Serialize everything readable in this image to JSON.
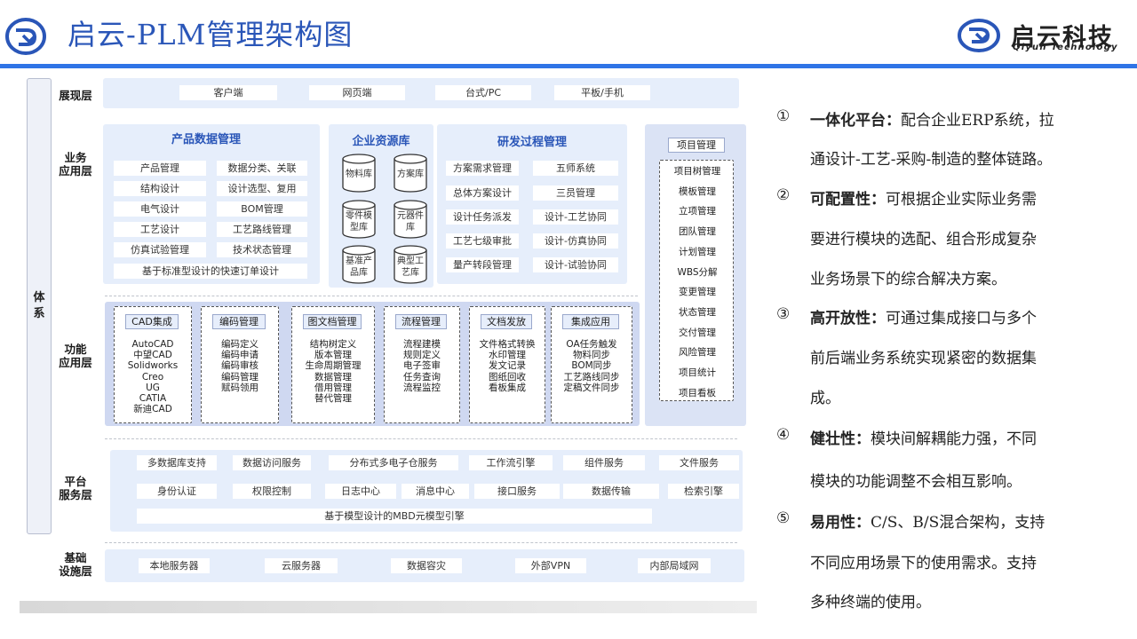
{
  "header": {
    "title": "启云-PLM管理架构图",
    "brand_name": "启云科技",
    "brand_sub": "Qiyun Technology",
    "accent_color": "#2f74e6"
  },
  "diagram": {
    "vertical_label": "体\n系",
    "layers": {
      "display": "展现层",
      "business": "业务\n应用层",
      "function": "功能\n应用层",
      "platform": "平台\n服务层",
      "infra": "基础\n设施层"
    },
    "display_items": [
      "客户端",
      "网页端",
      "台式/PC",
      "平板/手机"
    ],
    "pdm": {
      "title": "产品数据管理",
      "items": [
        "产品管理",
        "数据分类、关联",
        "结构设计",
        "设计选型、复用",
        "电气设计",
        "BOM管理",
        "工艺设计",
        "工艺路线管理",
        "仿真试验管理",
        "技术状态管理"
      ],
      "wide_item": "基于标准型设计的快速订单设计"
    },
    "erp": {
      "title": "企业资源库",
      "items": [
        "物料库",
        "方案库",
        "零件模\n型库",
        "元器件\n库",
        "基准产\n品库",
        "典型工\n艺库"
      ]
    },
    "rd": {
      "title": "研发过程管理",
      "items": [
        "方案需求管理",
        "五师系统",
        "总体方案设计",
        "三员管理",
        "设计任务派发",
        "设计-工艺协同",
        "工艺七级审批",
        "设计-仿真协同",
        "量产转段管理",
        "设计-试验协同"
      ]
    },
    "modules": [
      {
        "title": "CAD集成",
        "items": "AutoCAD\n中望CAD\nSolidworks\nCreo\nUG\nCATIA\n新迪CAD"
      },
      {
        "title": "编码管理",
        "items": "编码定义\n编码申请\n编码审核\n编码管理\n赋码领用"
      },
      {
        "title": "图文档管理",
        "items": "结构树定义\n版本管理\n生命周期管理\n数据管理\n借用管理\n替代管理"
      },
      {
        "title": "流程管理",
        "items": "流程建模\n规则定义\n电子签审\n任务查询\n流程监控"
      },
      {
        "title": "文档发放",
        "items": "文件格式转换\n水印管理\n发文记录\n图纸回收\n看板集成"
      },
      {
        "title": "集成应用",
        "items": "OA任务触发\n物料同步\nBOM同步\n工艺路线同步\n定稿文件同步"
      }
    ],
    "project": {
      "title": "项目管理",
      "items": [
        "项目树管理",
        "模板管理",
        "立项管理",
        "团队管理",
        "计划管理",
        "WBS分解",
        "变更管理",
        "状态管理",
        "交付管理",
        "风险管理",
        "项目统计",
        "项目看板"
      ]
    },
    "platform": {
      "row1": [
        "多数据库支持",
        "数据访问服务",
        "分布式多电子仓服务",
        "工作流引擎",
        "组件服务",
        "文件服务"
      ],
      "row2": [
        "身份认证",
        "权限控制",
        "日志中心",
        "消息中心",
        "接口服务",
        "数据传输",
        "检索引擎"
      ],
      "wide": "基于模型设计的MBD元模型引擎"
    },
    "infra_items": [
      "本地服务器",
      "云服务器",
      "数据容灾",
      "外部VPN",
      "内部局域网"
    ]
  },
  "points": [
    {
      "num": "①",
      "key": "一体化平台：",
      "line1": "配合企业ERP系统，拉",
      "rest": [
        "通设计-工艺-采购-制造的整体链路。"
      ]
    },
    {
      "num": "②",
      "key": "可配置性：",
      "line1": "可根据企业实际业务需",
      "rest": [
        "要进行模块的选配、组合形成复杂",
        "业务场景下的综合解决方案。"
      ]
    },
    {
      "num": "③",
      "key": "高开放性：",
      "line1": "可通过集成接口与多个",
      "rest": [
        "前后端业务系统实现紧密的数据集",
        "成。"
      ]
    },
    {
      "num": "④",
      "key": "健壮性：",
      "line1": "模块间解耦能力强，不同",
      "rest": [
        "模块的功能调整不会相互影响。"
      ]
    },
    {
      "num": "⑤",
      "key": "易用性：",
      "line1": "C/S、B/S混合架构，支持",
      "rest": [
        "不同应用场景下的使用需求。支持",
        "多种终端的使用。"
      ]
    }
  ]
}
